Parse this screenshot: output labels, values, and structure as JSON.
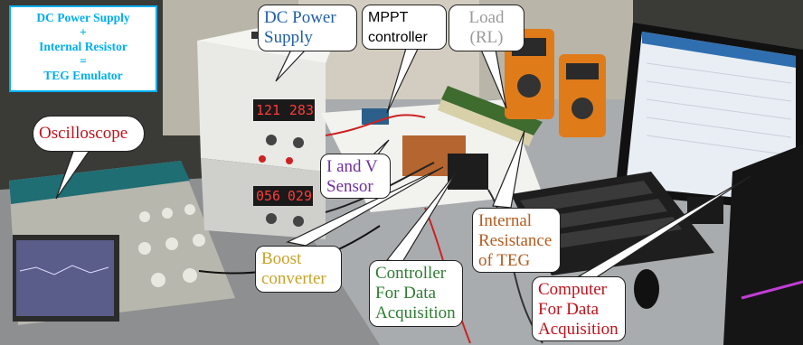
{
  "emulator_box": {
    "line1": "DC Power Supply",
    "line2": "+",
    "line3": "Internal Resistor",
    "line4": "=",
    "line5": "TEG Emulator",
    "color": "#00aeef"
  },
  "labels": {
    "dc_power_supply": {
      "line1": "DC Power",
      "line2": "Supply",
      "color": "#1f5fa8"
    },
    "mppt_controller": {
      "line1": "MPPT",
      "line2": "controller",
      "color": "#000000"
    },
    "load": {
      "line1": "Load",
      "line2": "(RL)",
      "color": "#9b9b9b"
    },
    "oscilloscope": {
      "line1": "Oscilloscope",
      "color": "#c0121c"
    },
    "iv_sensor": {
      "line1": "I and V",
      "line2": "Sensor",
      "color": "#7030a0"
    },
    "boost_converter": {
      "line1": "Boost",
      "line2": "converter",
      "color": "#c9a227"
    },
    "controller_daq": {
      "line1": "Controller",
      "line2": "For Data",
      "line3": "Acquisition",
      "color": "#2e7d32"
    },
    "internal_resistance": {
      "line1": "Internal",
      "line2": "Resistance",
      "line3": "of TEG",
      "color": "#b35c1e"
    },
    "computer_daq": {
      "line1": "Computer",
      "line2": "For Data",
      "line3": "Acquisition",
      "color": "#c0121c"
    }
  },
  "meters": {
    "psu_top_left": "121",
    "psu_top_right": "283",
    "psu_bottom_left": "056",
    "psu_bottom_right": "029"
  }
}
